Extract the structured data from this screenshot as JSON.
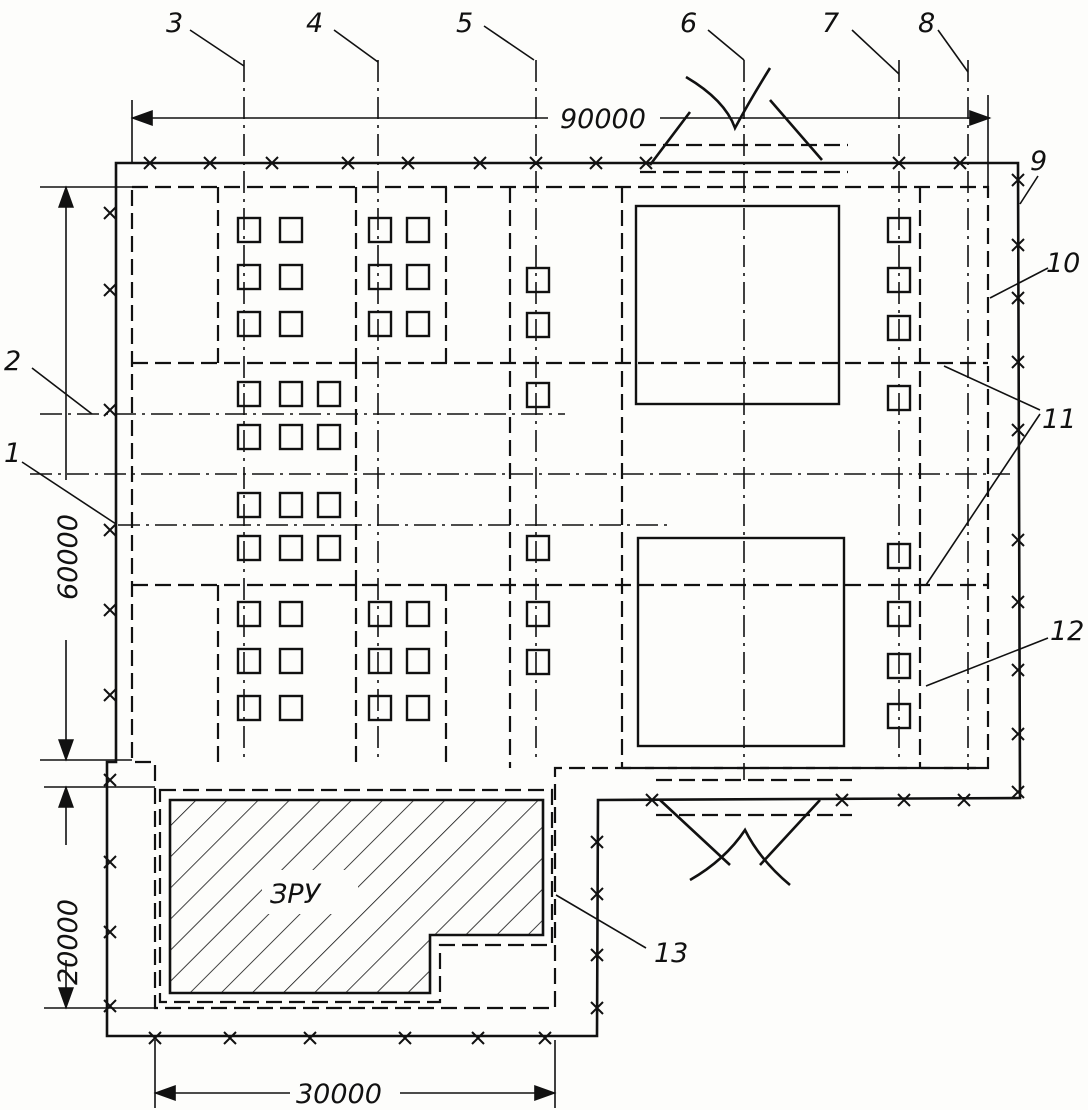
{
  "labels": {
    "n1": "1",
    "n2": "2",
    "n3": "3",
    "n4": "4",
    "n5": "5",
    "n6": "6",
    "n7": "7",
    "n8": "8",
    "n9": "9",
    "n10": "10",
    "n11": "11",
    "n12": "12",
    "n13": "13"
  },
  "dimensions": {
    "top": "90000",
    "left_upper": "60000",
    "left_lower": "20000",
    "bottom": "30000"
  },
  "zru_label": "ЗРУ"
}
